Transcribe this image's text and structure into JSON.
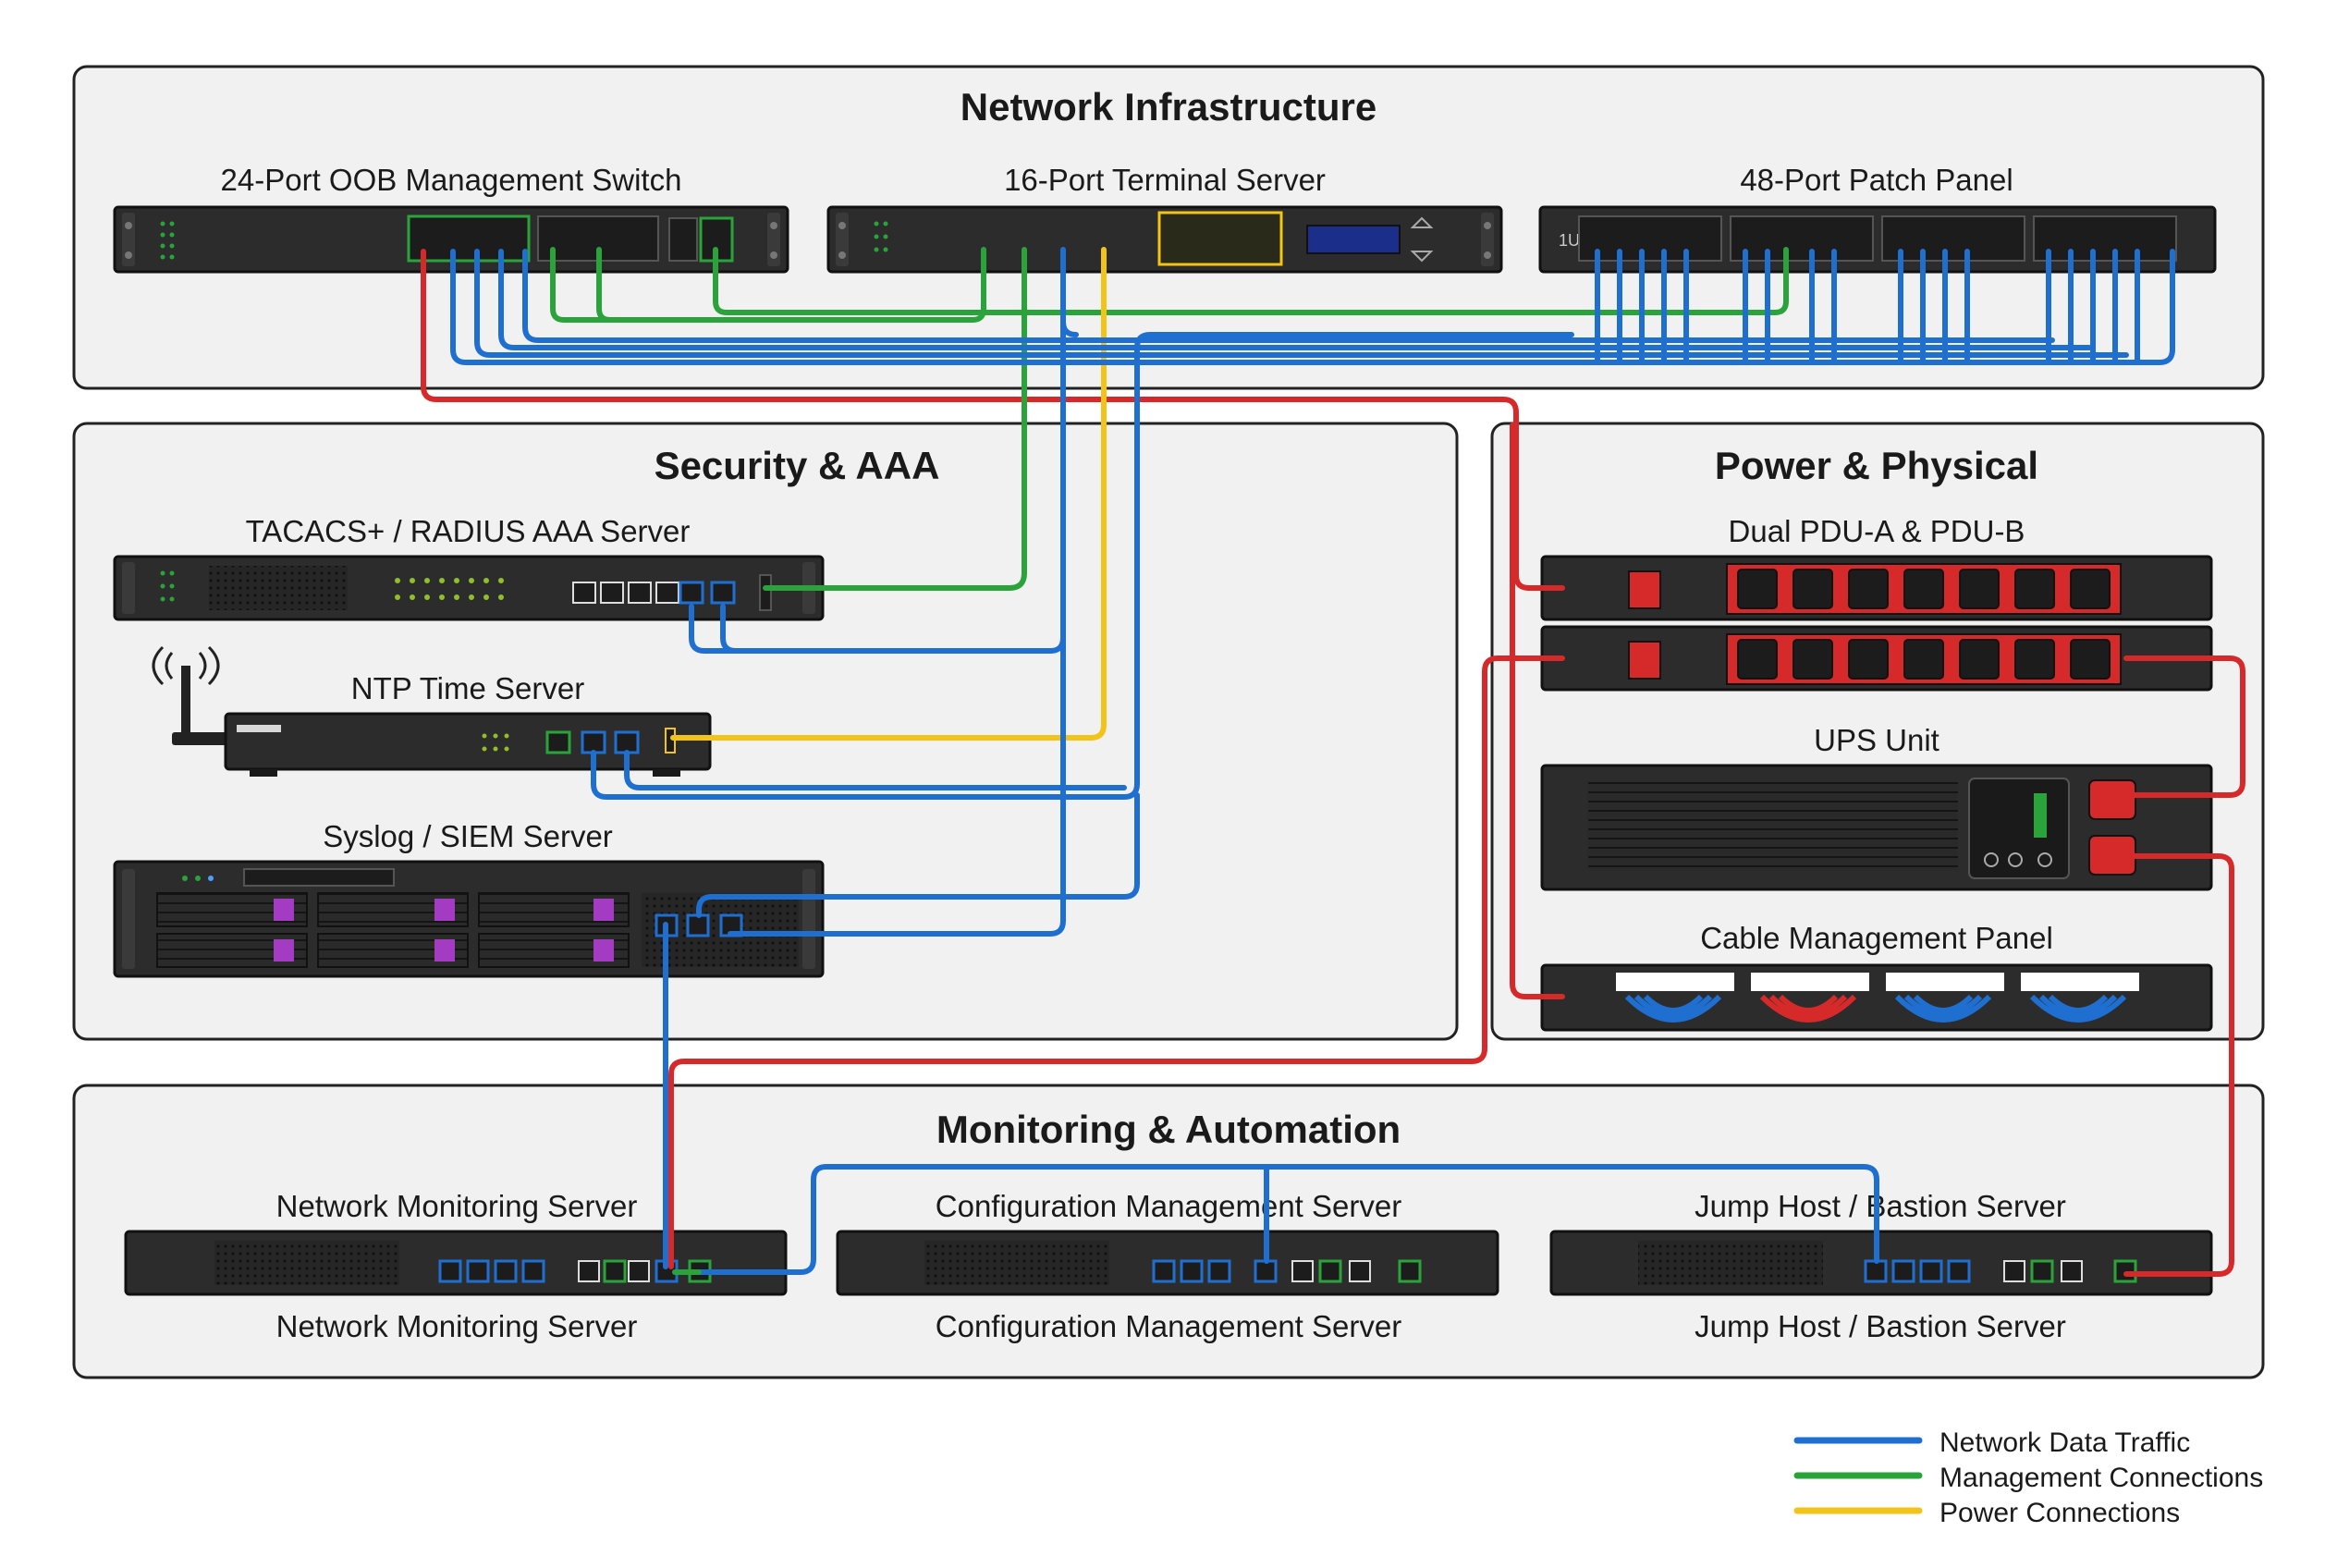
{
  "sections": {
    "network": "Network Infrastructure",
    "security": "Security & AAA",
    "power": "Power & Physical",
    "monitoring": "Monitoring & Automation"
  },
  "devices": {
    "oob_switch": "24-Port OOB Management Switch",
    "terminal_server": "16-Port Terminal Server",
    "patch_panel": "48-Port Patch Panel",
    "patch_panel_badge": "1U",
    "aaa_server": "TACACS+ / RADIUS AAA Server",
    "ntp_server": "NTP Time Server",
    "syslog_server": "Syslog / SIEM Server",
    "pdu": "Dual PDU-A & PDU-B",
    "ups": "UPS Unit",
    "cable_panel": "Cable Management Panel",
    "nms_top": "Network Monitoring Server",
    "nms_bottom": "Network Monitoring Server",
    "cms_top": "Configuration Management Server",
    "cms_bottom": "Configuration Management Server",
    "jump_top": "Jump Host / Bastion Server",
    "jump_bottom": "Jump Host / Bastion Server"
  },
  "legend": [
    {
      "label": "Network Data Traffic",
      "color": "#1f6fd1"
    },
    {
      "label": "Management Connections",
      "color": "#2aa33a"
    },
    {
      "label": "Power Connections",
      "color": "#f2c318"
    }
  ],
  "colors": {
    "network": "#1f6fd1",
    "management": "#2aa33a",
    "console": "#f2c318",
    "power": "#d62a2a",
    "device": "#2c2c2c",
    "panel_bg": "#f1f1f1"
  }
}
